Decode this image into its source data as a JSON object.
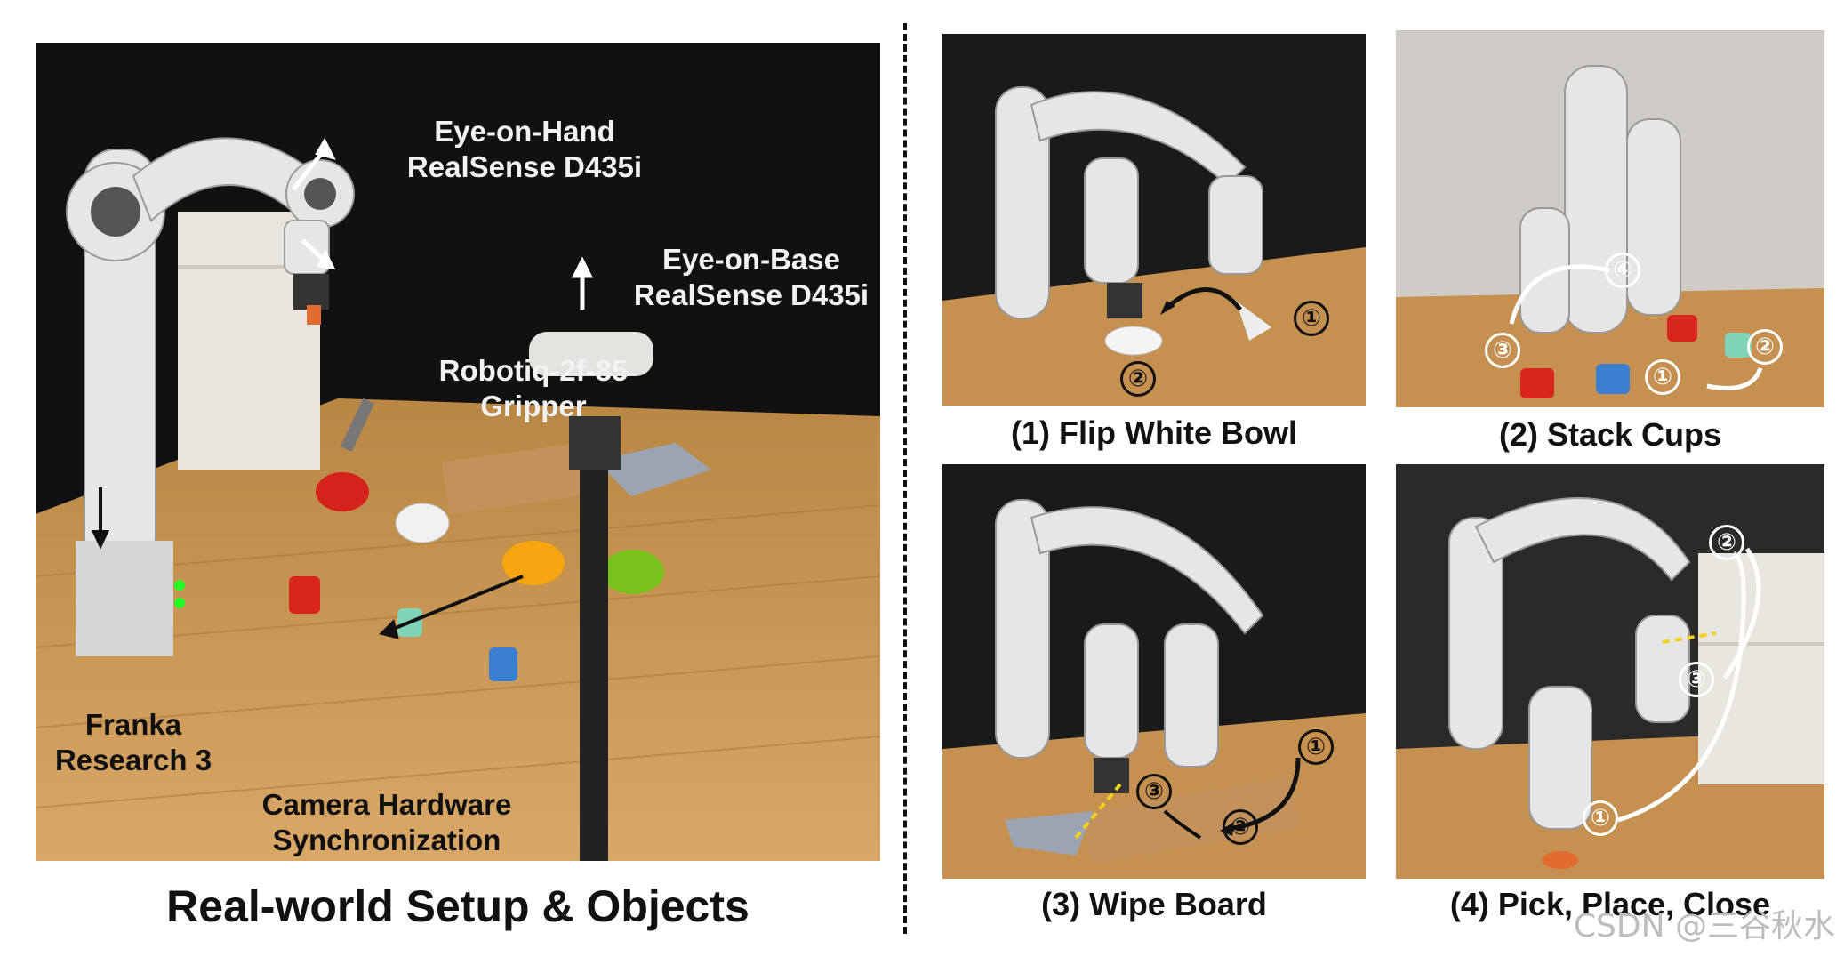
{
  "setup": {
    "title": "Real-world Setup & Objects",
    "callouts": {
      "eye_on_hand": [
        "Eye-on-Hand",
        "RealSense D435i"
      ],
      "eye_on_base": [
        "Eye-on-Base",
        "RealSense D435i"
      ],
      "gripper": [
        "Robotiq-2f-85",
        "Gripper"
      ],
      "robot": [
        "Franka",
        "Research 3"
      ],
      "sync": [
        "Camera Hardware",
        "Synchronization"
      ]
    }
  },
  "tasks": [
    {
      "caption": "(1) Flip White Bowl",
      "steps": [
        "①",
        "②"
      ]
    },
    {
      "caption": "(2) Stack Cups",
      "steps": [
        "①",
        "②",
        "③",
        "④"
      ]
    },
    {
      "caption": "(3) Wipe Board",
      "steps": [
        "①",
        "②",
        "③"
      ]
    },
    {
      "caption": "(4) Pick, Place, Close",
      "steps": [
        "①",
        "②",
        "③"
      ]
    }
  ],
  "watermark": "CSDN @三谷秋水",
  "colors": {
    "table": "#c8954f",
    "backdrop": "#111111",
    "robot": "#e8e8e8",
    "arrow": "#111111"
  }
}
